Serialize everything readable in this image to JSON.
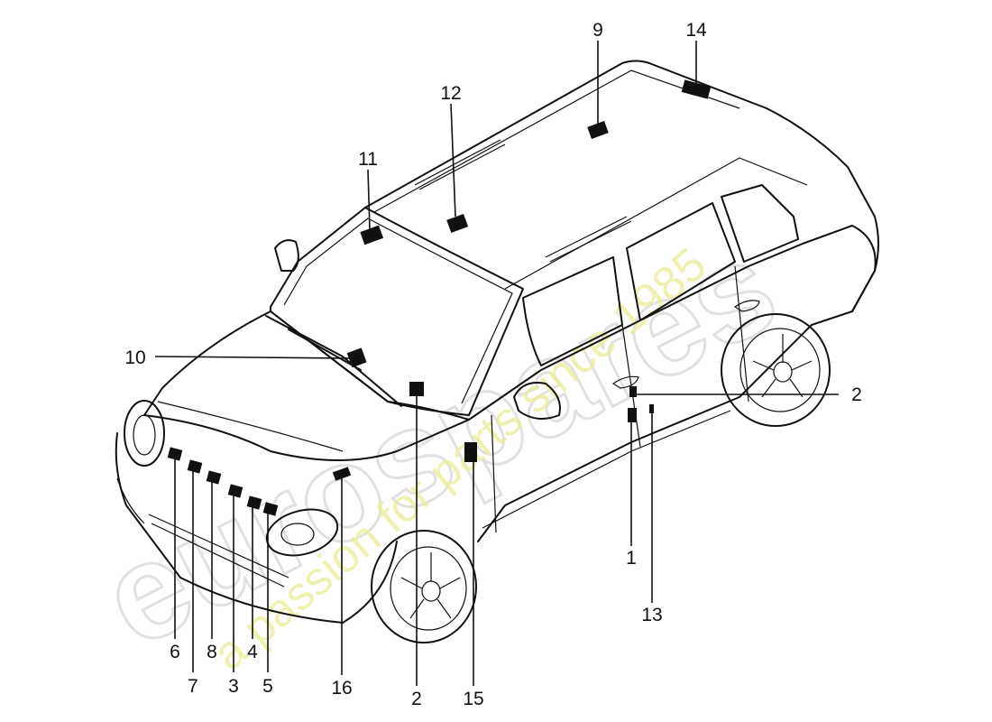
{
  "watermark": {
    "brand": "eurospares",
    "tagline": "a passion for parts since 1985"
  },
  "callouts": [
    {
      "id": "c1",
      "text": "1"
    },
    {
      "id": "c2a",
      "text": "2"
    },
    {
      "id": "c2b",
      "text": "2"
    },
    {
      "id": "c3",
      "text": "3"
    },
    {
      "id": "c4",
      "text": "4"
    },
    {
      "id": "c5",
      "text": "5"
    },
    {
      "id": "c6",
      "text": "6"
    },
    {
      "id": "c7",
      "text": "7"
    },
    {
      "id": "c8",
      "text": "8"
    },
    {
      "id": "c9",
      "text": "9"
    },
    {
      "id": "c10",
      "text": "10"
    },
    {
      "id": "c11",
      "text": "11"
    },
    {
      "id": "c12",
      "text": "12"
    },
    {
      "id": "c13",
      "text": "13"
    },
    {
      "id": "c14",
      "text": "14"
    },
    {
      "id": "c15",
      "text": "15"
    },
    {
      "id": "c16",
      "text": "16"
    }
  ]
}
